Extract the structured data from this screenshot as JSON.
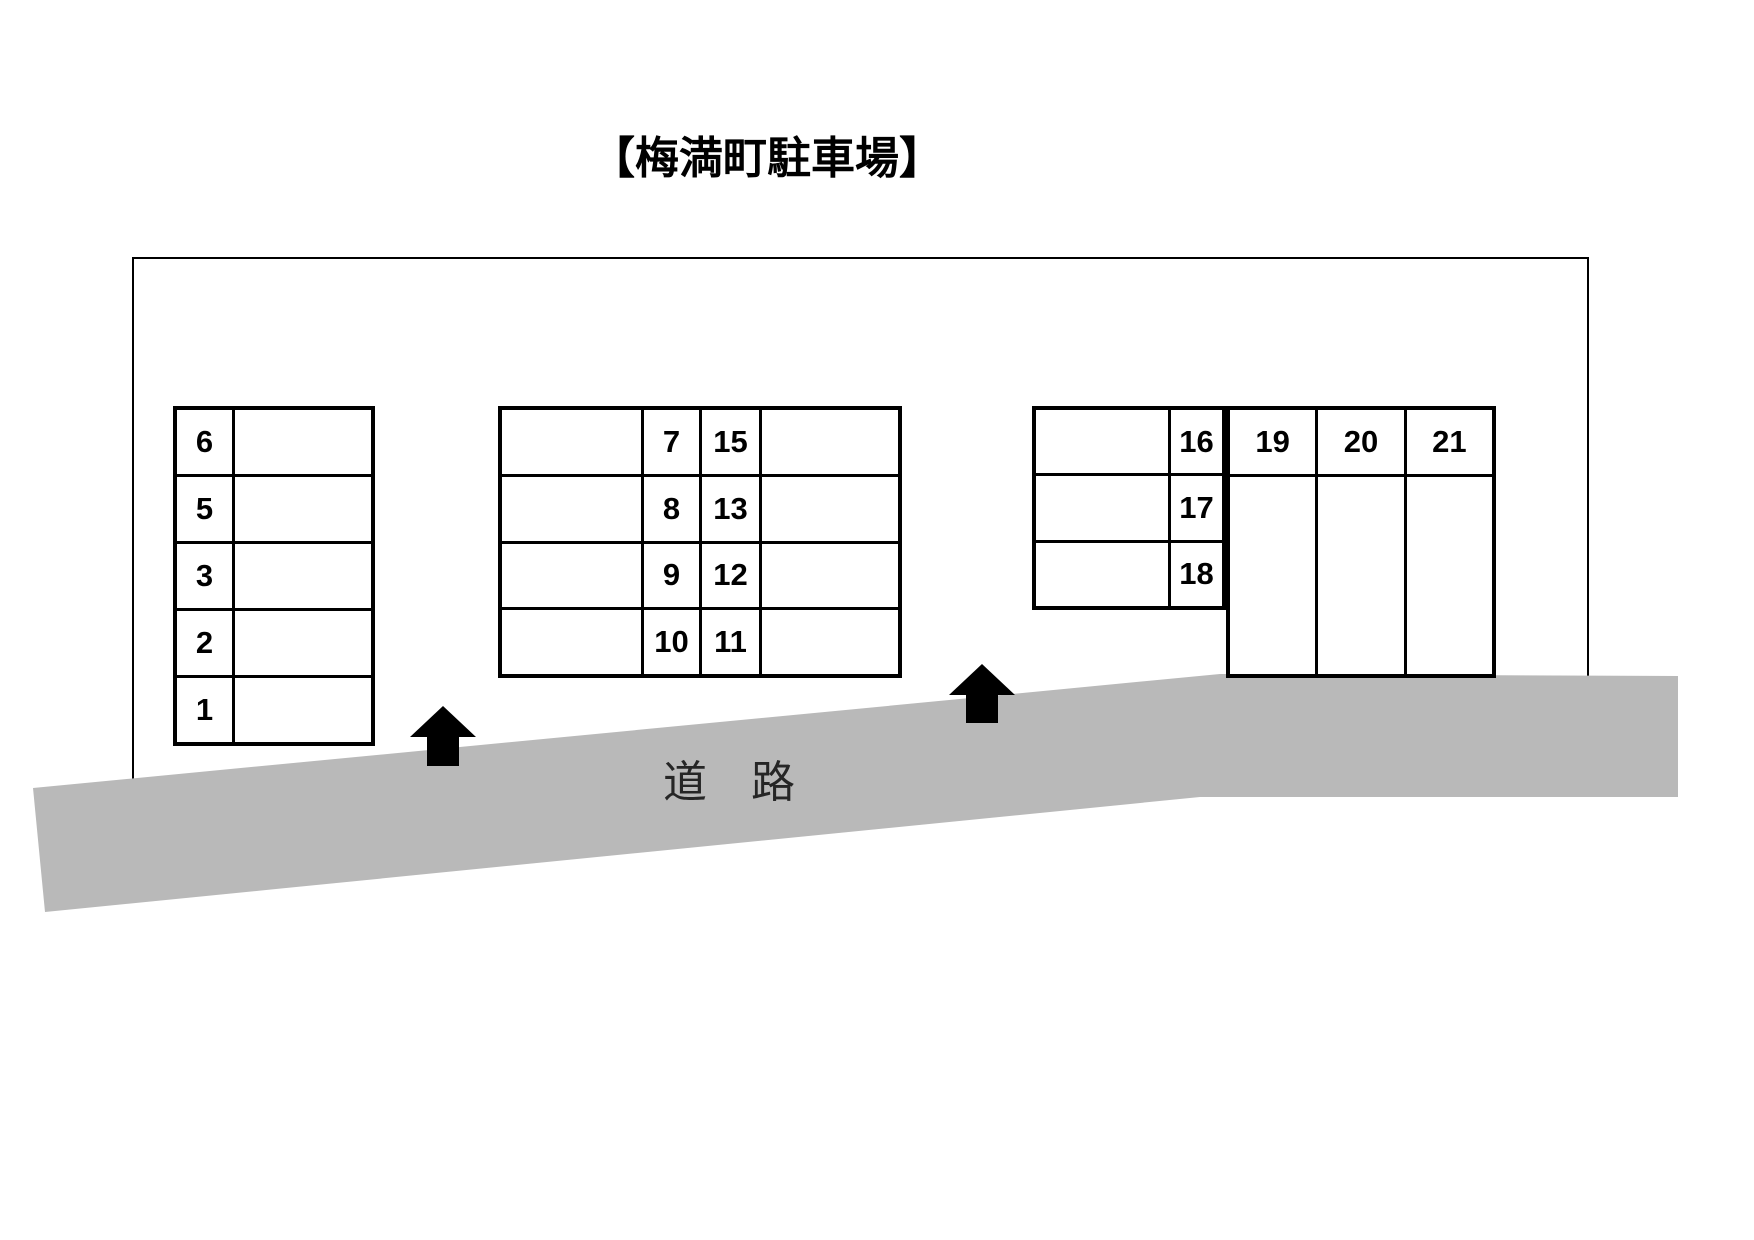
{
  "title": "【梅満町駐車場】",
  "road": {
    "label": "道　路"
  },
  "colors": {
    "line": "#000000",
    "road_fill": "#b9b9b9",
    "arrow_fill": "#000000",
    "background": "#ffffff"
  },
  "parking": {
    "block_left": {
      "spaces": [
        "6",
        "5",
        "3",
        "2",
        "1"
      ]
    },
    "block_middle": {
      "col_inner": [
        "7",
        "8",
        "9",
        "10"
      ],
      "col_outer": [
        "15",
        "13",
        "12",
        "11"
      ]
    },
    "block_right": {
      "row_spaces": [
        "16",
        "17",
        "18"
      ],
      "col_spaces": [
        "19",
        "20",
        "21"
      ]
    }
  }
}
